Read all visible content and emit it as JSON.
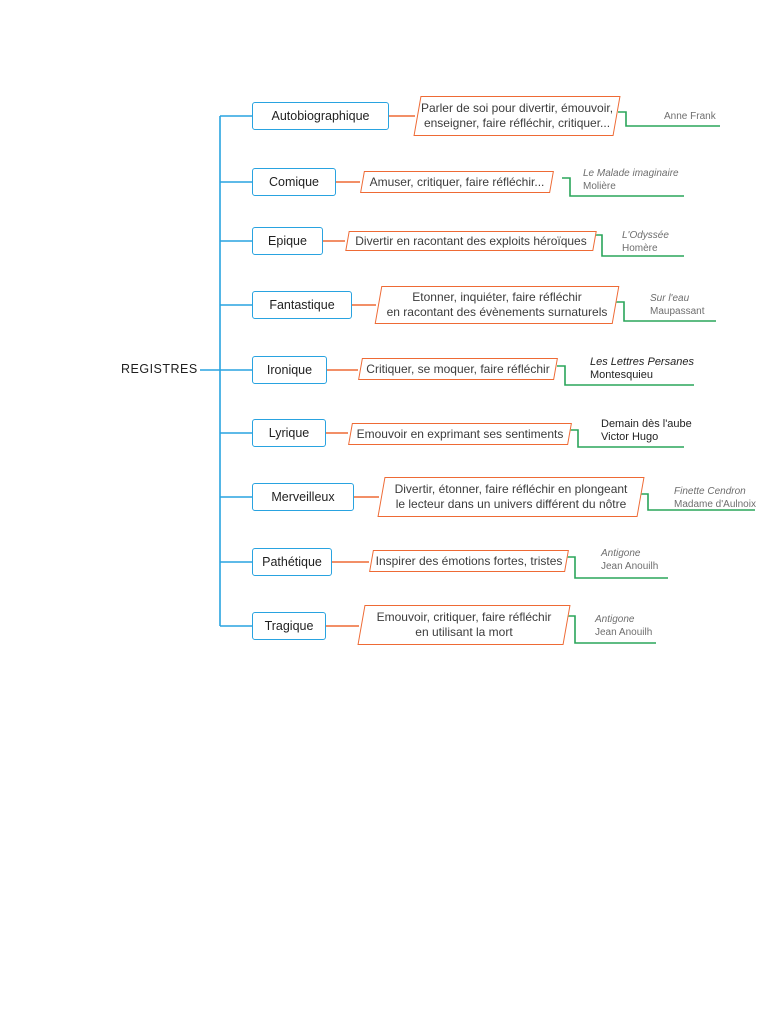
{
  "diagram": {
    "root_label": "REGISTRES",
    "colors": {
      "root_connector": "#29a3e0",
      "category_border": "#29a3e0",
      "description_border": "#ee6a35",
      "example_connector": "#2aa55a"
    },
    "registers": [
      {
        "name": "Autobiographique",
        "description": [
          "Parler de soi pour divertir, émouvoir,",
          "enseigner, faire réfléchir, critiquer..."
        ],
        "example_title": "",
        "example_author": "Anne Frank",
        "title_italic": false,
        "dark": false
      },
      {
        "name": "Comique",
        "description": [
          "Amuser, critiquer, faire réfléchir..."
        ],
        "example_title": "Le Malade imaginaire",
        "example_author": "Molière",
        "title_italic": true,
        "dark": false
      },
      {
        "name": "Epique",
        "description": [
          "Divertir en racontant des exploits héroïques"
        ],
        "example_title": "L'Odyssée",
        "example_author": "Homère",
        "title_italic": true,
        "dark": false
      },
      {
        "name": "Fantastique",
        "description": [
          "Etonner, inquiéter, faire réfléchir",
          "en racontant des évènements surnaturels"
        ],
        "example_title": "Sur l'eau",
        "example_author": "Maupassant",
        "title_italic": true,
        "dark": false
      },
      {
        "name": "Ironique",
        "description": [
          "Critiquer, se moquer, faire réfléchir"
        ],
        "example_title": "Les Lettres Persanes",
        "example_author": "Montesquieu",
        "title_italic": true,
        "dark": true
      },
      {
        "name": "Lyrique",
        "description": [
          "Emouvoir en exprimant ses sentiments"
        ],
        "example_title": "Demain dès l'aube",
        "example_author": "Victor Hugo",
        "title_italic": false,
        "dark": true
      },
      {
        "name": "Merveilleux",
        "description": [
          "Divertir, étonner, faire réfléchir en plongeant",
          "le lecteur dans un univers différent du nôtre"
        ],
        "example_title": "Finette Cendron",
        "example_author": "Madame d'Aulnoix",
        "title_italic": true,
        "dark": false
      },
      {
        "name": "Pathétique",
        "description": [
          "Inspirer des émotions fortes, tristes"
        ],
        "example_title": "Antigone",
        "example_author": "Jean Anouilh",
        "title_italic": true,
        "dark": false
      },
      {
        "name": "Tragique",
        "description": [
          "Emouvoir, critiquer, faire réfléchir",
          "en utilisant la mort"
        ],
        "example_title": "Antigone",
        "example_author": "Jean Anouilh",
        "title_italic": true,
        "dark": false
      }
    ]
  }
}
